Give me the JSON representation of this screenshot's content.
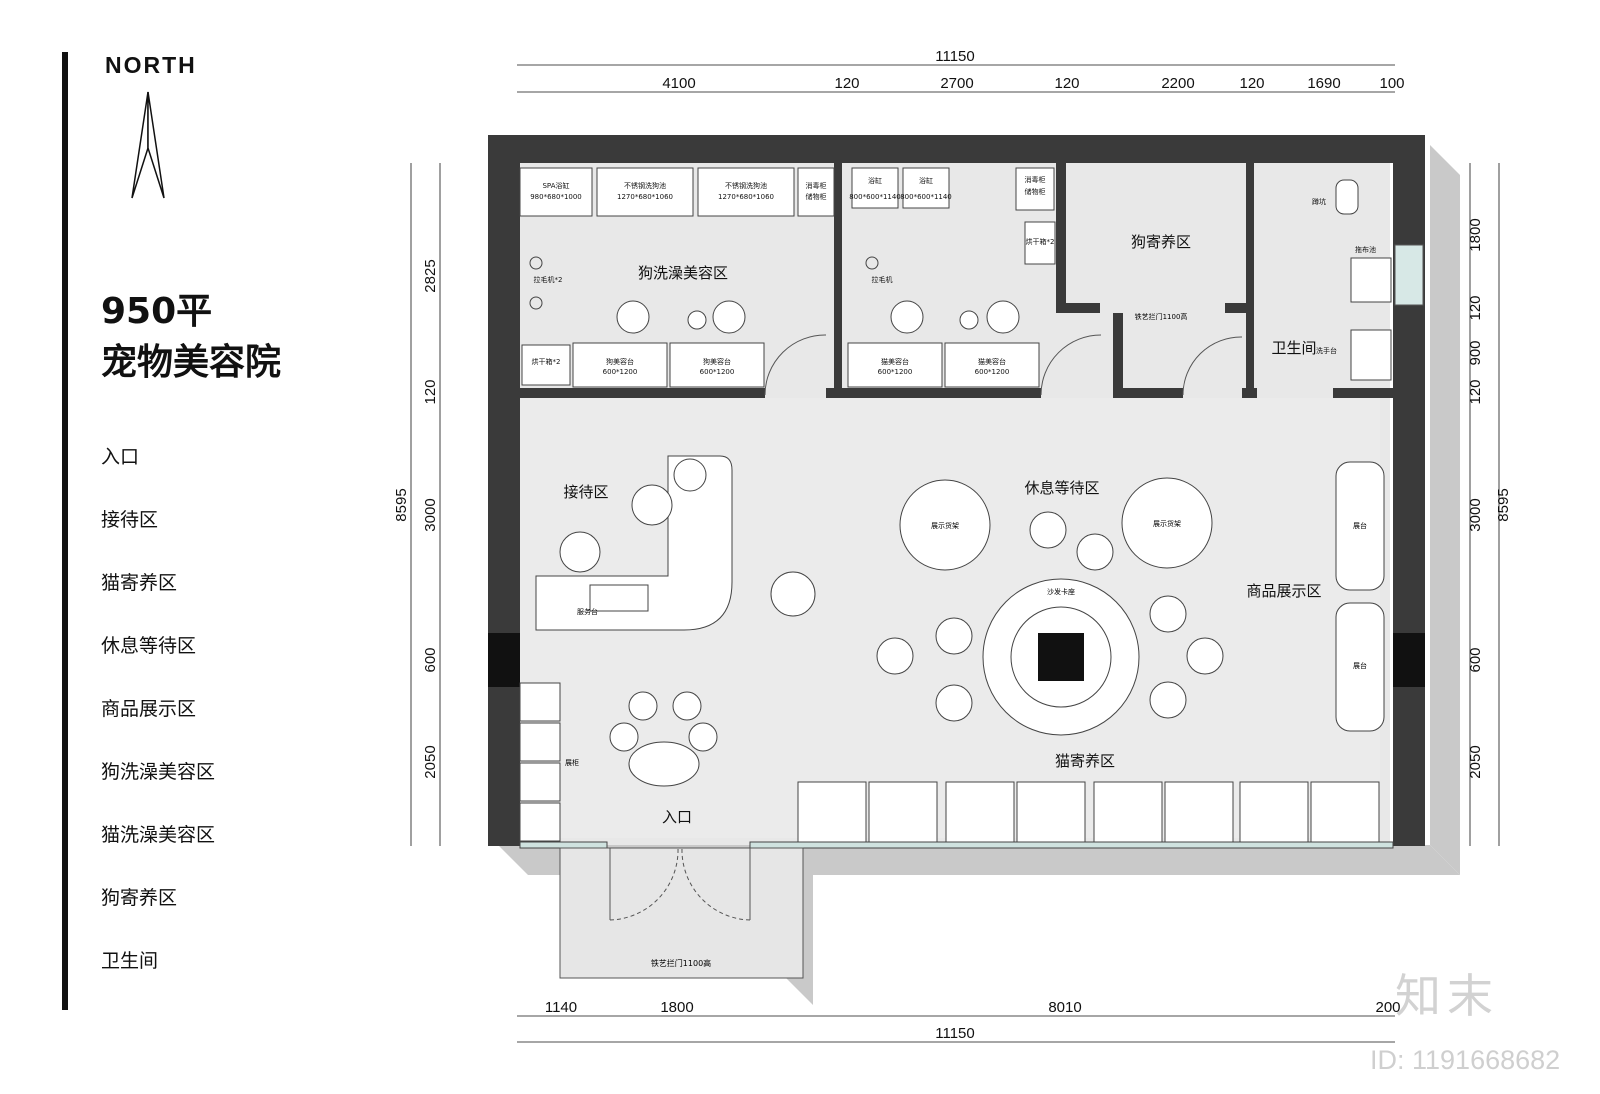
{
  "north": {
    "label": "NORTH"
  },
  "title": {
    "line1": "950平",
    "line2": "宠物美容院"
  },
  "legend": [
    "入口",
    "接待区",
    "猫寄养区",
    "休息等待区",
    "商品展示区",
    "狗洗澡美容区",
    "猫洗澡美容区",
    "狗寄养区",
    "卫生间"
  ],
  "dims": {
    "top_total": "11150",
    "top_segments": [
      "4100",
      "120",
      "2700",
      "120",
      "2200",
      "120",
      "1690",
      "100"
    ],
    "bottom_segments": [
      "1140",
      "1800",
      "8010",
      "200"
    ],
    "bottom_total": "11150",
    "left_total": "8595",
    "left_segments": [
      "2825",
      "120",
      "3000",
      "600",
      "2050"
    ],
    "right_total": "8595",
    "right_segments": [
      "1800",
      "120",
      "900",
      "120",
      "3000",
      "600",
      "2050"
    ]
  },
  "rooms": {
    "dog_wash": "狗洗澡美容区",
    "dog_board": "狗寄养区",
    "restroom": "卫生间",
    "reception": "接待区",
    "waiting": "休息等待区",
    "products": "商品展示区",
    "cat_board": "猫寄养区",
    "entrance": "入口"
  },
  "fixtures": {
    "spa_tub": "SPA浴缸",
    "spa_tub_size": "980*680*1000",
    "ss_sink": "不锈钢洗狗池",
    "ss_sink_size": "1270*680*1060",
    "disinfect": "消毒柜",
    "storage": "储物柜",
    "bathtub": "浴缸",
    "bathtub_size": "800*600*1140",
    "dryer_box": "烘干箱*2",
    "blower_x2": "拉毛机*2",
    "blower": "拉毛机",
    "dog_table": "狗美容台",
    "cat_table": "猫美容台",
    "table_size": "600*1200",
    "iron_fence": "铁艺拦门1100高",
    "squat_toilet": "蹲坑",
    "mop_sink": "拖布池",
    "wash_basin": "洗手台",
    "service_desk": "服务台",
    "display_shelf": "展示货架",
    "sofa_booth": "沙发卡座",
    "display_stand": "展台",
    "display_cabinet": "展柜"
  },
  "watermark": {
    "brand": "知末",
    "id": "ID: 1191668682"
  }
}
